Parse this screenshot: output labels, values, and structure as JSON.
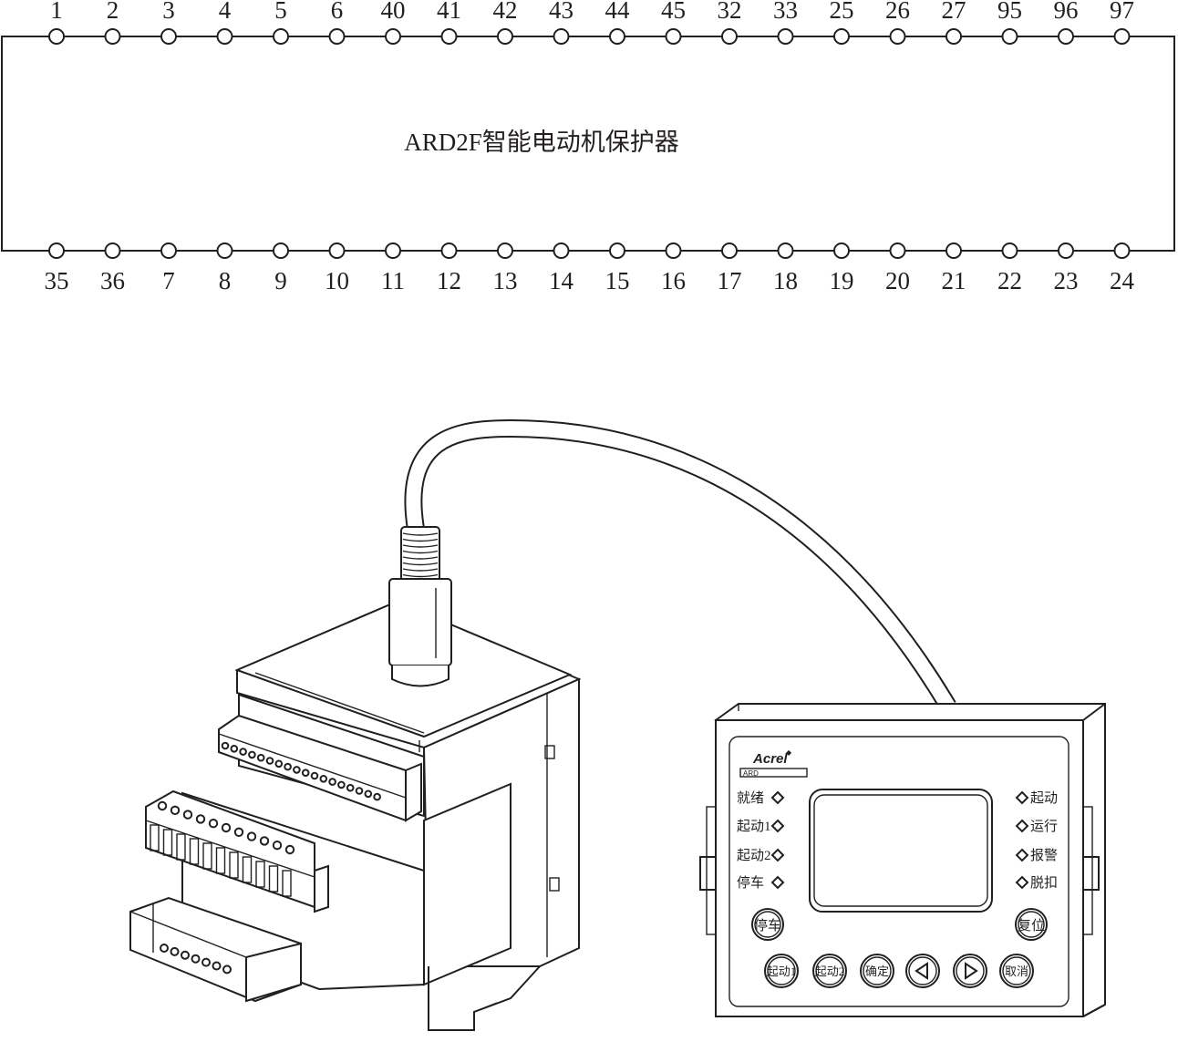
{
  "device_title": "ARD2F智能电动机保护器",
  "top_terminals": [
    "1",
    "2",
    "3",
    "4",
    "5",
    "6",
    "40",
    "41",
    "42",
    "43",
    "44",
    "45",
    "32",
    "33",
    "25",
    "26",
    "27",
    "95",
    "96",
    "97"
  ],
  "bottom_terminals": [
    "35",
    "36",
    "7",
    "8",
    "9",
    "10",
    "11",
    "12",
    "13",
    "14",
    "15",
    "16",
    "17",
    "18",
    "19",
    "20",
    "21",
    "22",
    "23",
    "24"
  ],
  "display_module": {
    "brand": "Acrel",
    "model": "ARD",
    "left_indicators": [
      "就绪",
      "起动1",
      "起动2",
      "停车"
    ],
    "right_indicators": [
      "起动",
      "运行",
      "报警",
      "脱扣"
    ],
    "stop_button": "停车",
    "reset_button": "复位",
    "bottom_buttons": [
      {
        "label": "起动1",
        "icon": ""
      },
      {
        "label": "起动2",
        "icon": ""
      },
      {
        "label": "确定",
        "icon": ""
      },
      {
        "label": "",
        "icon": "left-arrow-icon"
      },
      {
        "label": "",
        "icon": "right-arrow-icon"
      },
      {
        "label": "取消",
        "icon": ""
      }
    ]
  }
}
